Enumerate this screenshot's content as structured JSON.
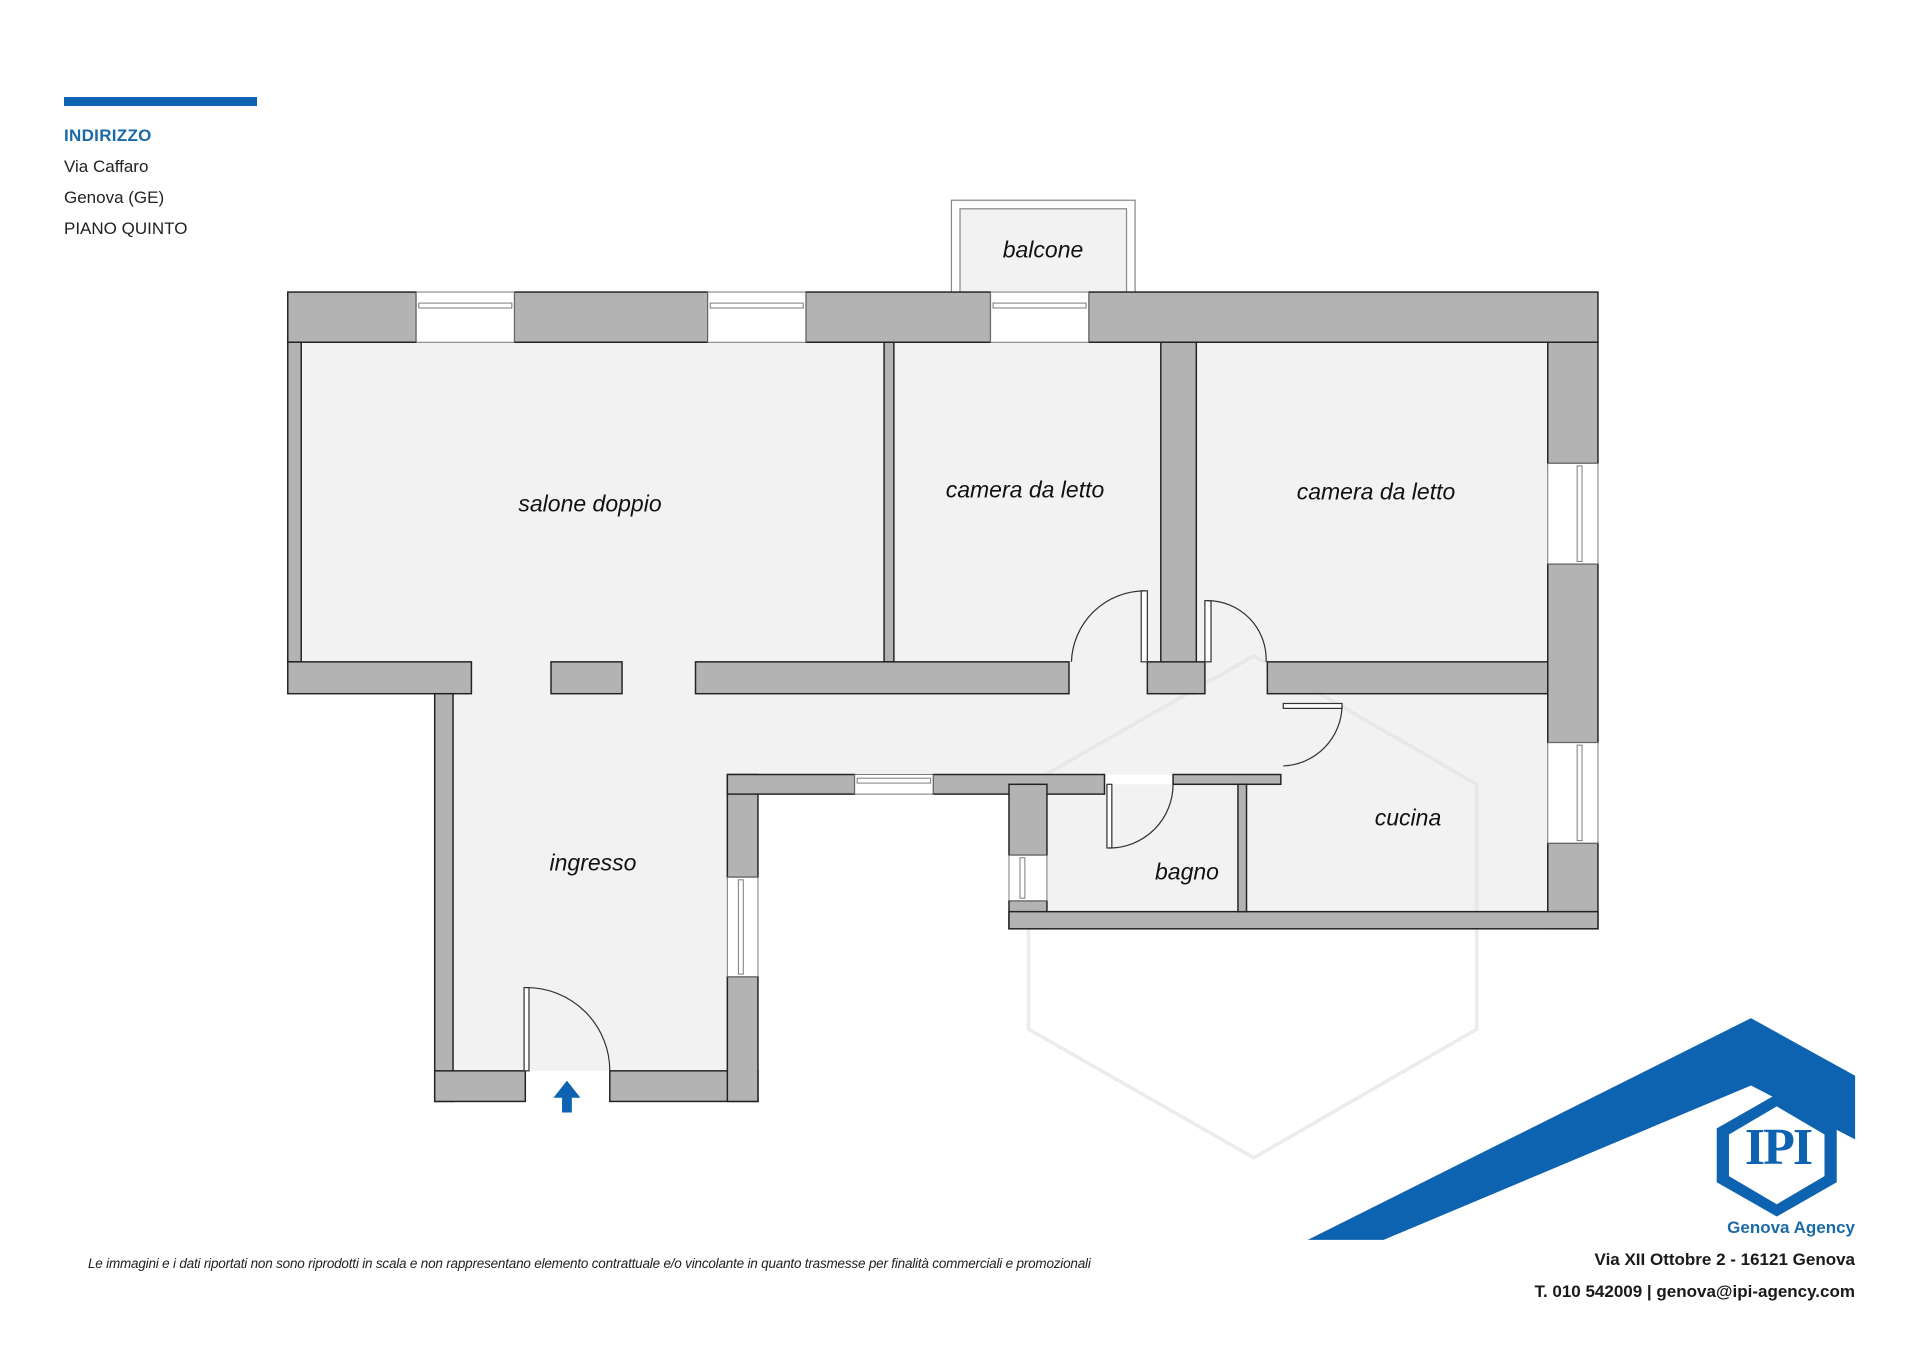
{
  "header": {
    "section_title": "INDIRIZZO",
    "address_lines": [
      "Via Caffaro",
      "Genova (GE)",
      "PIANO QUINTO"
    ]
  },
  "rooms": [
    {
      "id": "balcone",
      "label": "balcone"
    },
    {
      "id": "salone",
      "label": "salone doppio"
    },
    {
      "id": "camera1",
      "label": "camera da letto"
    },
    {
      "id": "camera2",
      "label": "camera da letto"
    },
    {
      "id": "ingresso",
      "label": "ingresso"
    },
    {
      "id": "bagno",
      "label": "bagno"
    },
    {
      "id": "cucina",
      "label": "cucina"
    }
  ],
  "entrance": {
    "icon": "arrow-up-icon"
  },
  "disclaimer": "Le immagini e i dati riportati non sono riprodotti in scala e non rappresentano elemento contrattuale e/o vincolante in quanto trasmesse per finalità commerciali e promozionali",
  "agency": {
    "logo_text": "IPI",
    "name": "Genova Agency",
    "address": "Via XII Ottobre 2 - 16121 Genova",
    "contact": "T. 010 542009 | genova@ipi-agency.com"
  },
  "colors": {
    "brand_blue": "#0e63b1",
    "wall": "#b3b3b3",
    "floor": "#f2f2f2",
    "outline": "#222222"
  }
}
